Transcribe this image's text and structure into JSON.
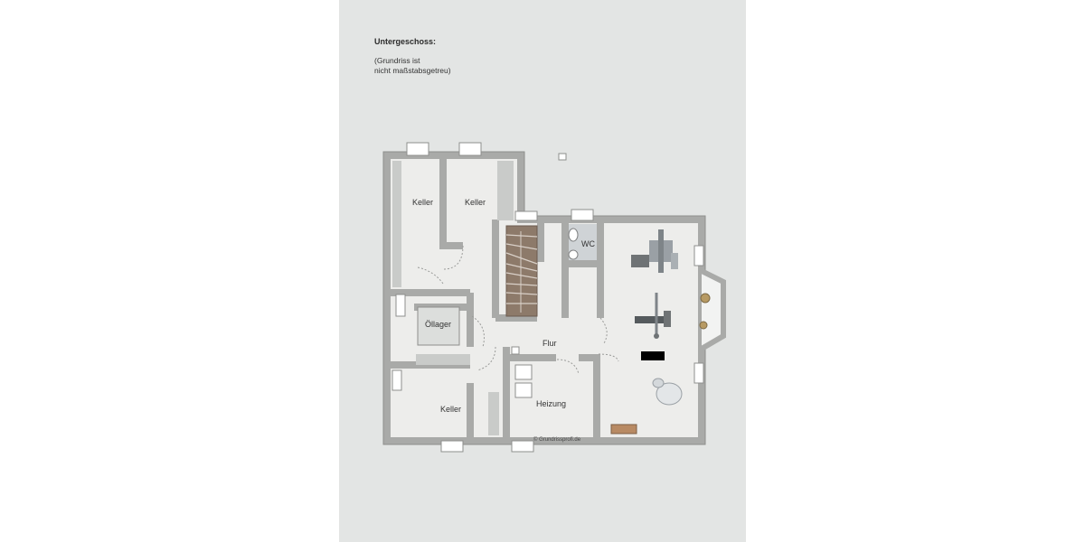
{
  "header": {
    "title": "Untergeschoss:",
    "note_line1": "(Grundriss ist",
    "note_line2": "nicht maßstabsgetreu)"
  },
  "rooms": {
    "keller_1": "Keller",
    "keller_2": "Keller",
    "keller_3": "Keller",
    "wc": "WC",
    "oellager": "Öllager",
    "flur": "Flur",
    "heizung": "Heizung"
  },
  "copyright": "© Grundrissprofi.de",
  "colors": {
    "background": "#e3e5e4",
    "wall": "#a9aaa8",
    "wall_edge": "#8e8f8d",
    "floor": "#ededeb",
    "bath_floor": "#cfd3d6"
  },
  "icons": [
    "stairs-icon",
    "toilet-icon",
    "sink-icon",
    "exercise-machine-icon",
    "weight-bench-icon",
    "dumbbell-icon",
    "armchair-icon",
    "plant-icon",
    "bench-icon",
    "boiler-icon",
    "oil-tank-icon"
  ]
}
